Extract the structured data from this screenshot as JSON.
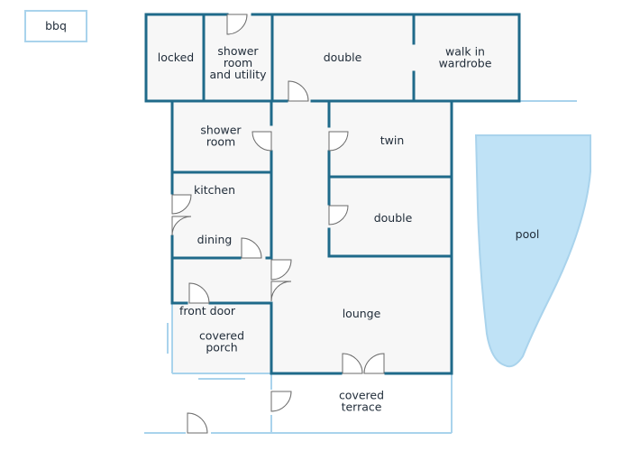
{
  "plan": {
    "rooms": [
      {
        "id": "locked",
        "label": "locked"
      },
      {
        "id": "shower-utility",
        "label": "shower room and utility"
      },
      {
        "id": "double-top",
        "label": "double"
      },
      {
        "id": "walk-in-wardrobe",
        "label": "walk in wardrobe"
      },
      {
        "id": "shower-room",
        "label": "shower room"
      },
      {
        "id": "twin",
        "label": "twin"
      },
      {
        "id": "kitchen",
        "label": "kitchen"
      },
      {
        "id": "dining",
        "label": "dining"
      },
      {
        "id": "double-mid",
        "label": "double"
      },
      {
        "id": "front-door",
        "label": "front door"
      },
      {
        "id": "lounge",
        "label": "lounge"
      },
      {
        "id": "covered-porch",
        "label": "covered porch"
      },
      {
        "id": "covered-terrace",
        "label": "covered terrace"
      }
    ],
    "features": {
      "bbq": "bbq",
      "pool": "pool"
    },
    "colors": {
      "wall": "#1f6a8a",
      "floor": "#f7f7f7",
      "outline_light": "#a9d3ec",
      "pool": "#bfe2f6"
    }
  }
}
